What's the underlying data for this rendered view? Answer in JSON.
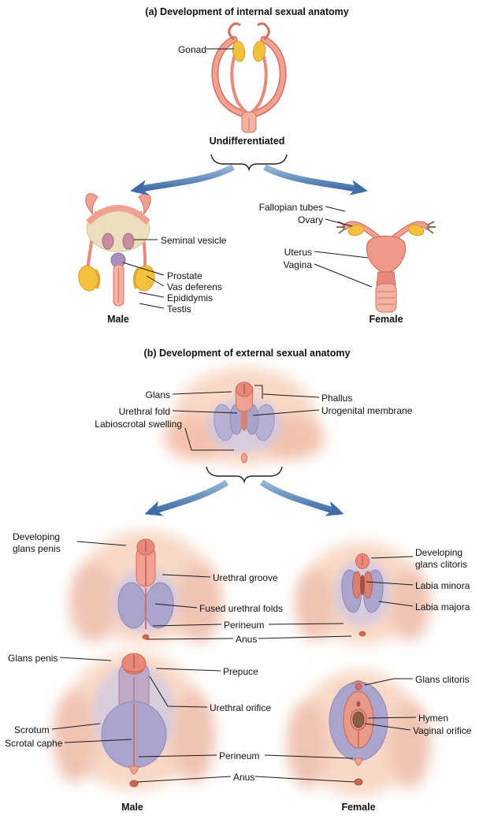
{
  "panel_a": {
    "title": "(a) Development of internal sexual anatomy",
    "gonad": "Gonad",
    "undifferentiated_caption": "Undifferentiated",
    "male": {
      "caption": "Male",
      "seminal_vesicle": "Seminal vesicle",
      "prostate": "Prostate",
      "vas_deferens": "Vas deferens",
      "epididymis": "Epididymis",
      "testis": "Testis"
    },
    "female": {
      "caption": "Female",
      "fallopian_tubes": "Fallopian tubes",
      "ovary": "Ovary",
      "uterus": "Uterus",
      "vagina": "Vagina"
    }
  },
  "panel_b": {
    "title": "(b) Development of external sexual anatomy",
    "undifferentiated": {
      "glans": "Glans",
      "urethral_fold": "Urethral fold",
      "labioscrotal_swelling": "Labioscrotal swelling",
      "phallus": "Phallus",
      "urogenital_membrane": "Urogenital membrane"
    },
    "developing": {
      "developing_glans_penis": "Developing glans penis",
      "urethral_groove": "Urethral groove",
      "fused_urethral_folds": "Fused urethral folds",
      "perineum": "Perineum",
      "anus": "Anus",
      "developing_glans_clitoris": "Developing glans clitoris",
      "labia_minora": "Labia minora",
      "labia_majora": "Labia majora"
    },
    "mature": {
      "glans_penis": "Glans penis",
      "scrotum": "Scrotum",
      "scrotal_caphe": "Scrotal caphe",
      "prepuce": "Prepuce",
      "urethral_orifice": "Urethral orifice",
      "perineum": "Perineum",
      "anus": "Anus",
      "glans_clitoris": "Glans clitoris",
      "hymen": "Hymen",
      "vaginal_orifice": "Vaginal orifice",
      "male_caption": "Male",
      "female_caption": "Female"
    }
  },
  "colors": {
    "arrow_blue": "#3E6CA4",
    "skin_pink": "#F0A192",
    "gonad_yellow": "#F3C13C",
    "swelling_purple": "#ABA4CC",
    "leader_line": "#1a1a1a"
  }
}
